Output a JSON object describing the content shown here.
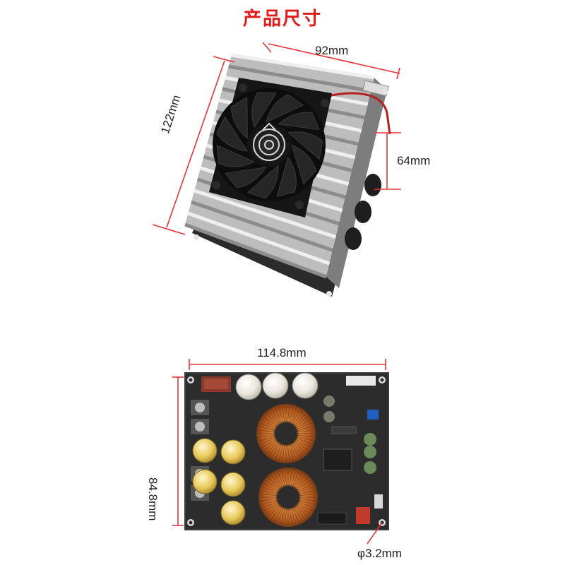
{
  "title": "产品尺寸",
  "dimensions": {
    "top_width": "92mm",
    "top_length": "122mm",
    "top_height": "64mm",
    "bottom_width": "114.8mm",
    "bottom_height": "84.8mm",
    "hole_diameter": "φ3.2mm"
  },
  "colors": {
    "title": "#e11a1a",
    "dimension_line": "#e8323a",
    "pcb": "#2a2a2a",
    "heatsink": "#c9c9c9",
    "fan": "#1a1a1a",
    "copper": "#c8672a"
  }
}
